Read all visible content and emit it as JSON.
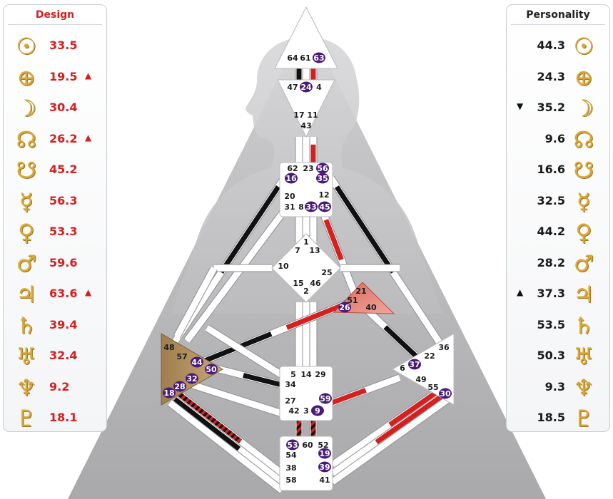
{
  "design": {
    "title": "Design",
    "rows": [
      {
        "planet": "sun-icon",
        "glyph": "☉",
        "value": "33.5",
        "arrow": ""
      },
      {
        "planet": "earth-icon",
        "glyph": "⊕",
        "value": "19.5",
        "arrow": "▲"
      },
      {
        "planet": "moon-icon",
        "glyph": "☽",
        "value": "30.4",
        "arrow": ""
      },
      {
        "planet": "north-node-icon",
        "glyph": "☊",
        "value": "26.2",
        "arrow": "▲"
      },
      {
        "planet": "south-node-icon",
        "glyph": "☋",
        "value": "45.2",
        "arrow": ""
      },
      {
        "planet": "mercury-icon",
        "glyph": "☿",
        "value": "56.3",
        "arrow": ""
      },
      {
        "planet": "venus-icon",
        "glyph": "♀",
        "value": "53.3",
        "arrow": ""
      },
      {
        "planet": "mars-icon",
        "glyph": "♂",
        "value": "59.6",
        "arrow": ""
      },
      {
        "planet": "jupiter-icon",
        "glyph": "♃",
        "value": "63.6",
        "arrow": "▲"
      },
      {
        "planet": "saturn-icon",
        "glyph": "♄",
        "value": "39.4",
        "arrow": ""
      },
      {
        "planet": "uranus-icon",
        "glyph": "♅",
        "value": "32.4",
        "arrow": ""
      },
      {
        "planet": "neptune-icon",
        "glyph": "♆",
        "value": "9.2",
        "arrow": ""
      },
      {
        "planet": "pluto-icon",
        "glyph": "♇",
        "value": "18.1",
        "arrow": ""
      }
    ]
  },
  "personality": {
    "title": "Personality",
    "rows": [
      {
        "planet": "sun-icon",
        "glyph": "☉",
        "value": "44.3",
        "arrow": ""
      },
      {
        "planet": "earth-icon",
        "glyph": "⊕",
        "value": "24.3",
        "arrow": ""
      },
      {
        "planet": "moon-icon",
        "glyph": "☽",
        "value": "35.2",
        "arrow": "▼"
      },
      {
        "planet": "north-node-icon",
        "glyph": "☊",
        "value": "9.6",
        "arrow": ""
      },
      {
        "planet": "south-node-icon",
        "glyph": "☋",
        "value": "16.6",
        "arrow": ""
      },
      {
        "planet": "mercury-icon",
        "glyph": "☿",
        "value": "32.5",
        "arrow": ""
      },
      {
        "planet": "venus-icon",
        "glyph": "♀",
        "value": "44.2",
        "arrow": ""
      },
      {
        "planet": "mars-icon",
        "glyph": "♂",
        "value": "28.2",
        "arrow": ""
      },
      {
        "planet": "jupiter-icon",
        "glyph": "♃",
        "value": "37.3",
        "arrow": "▲"
      },
      {
        "planet": "saturn-icon",
        "glyph": "♄",
        "value": "53.5",
        "arrow": ""
      },
      {
        "planet": "uranus-icon",
        "glyph": "♅",
        "value": "50.3",
        "arrow": ""
      },
      {
        "planet": "neptune-icon",
        "glyph": "♆",
        "value": "9.3",
        "arrow": ""
      },
      {
        "planet": "pluto-icon",
        "glyph": "♇",
        "value": "18.5",
        "arrow": ""
      }
    ]
  },
  "colors": {
    "design": "#d42020",
    "personality": "#111111",
    "active_gate": "#4a1a78",
    "defined_spleen": "#b08a5a",
    "defined_ego": "#e0766a",
    "undefined_center": "#ffffff",
    "planet_gold": "#d7a73c"
  },
  "centers": [
    {
      "name": "head",
      "defined": false,
      "gates": [
        "64",
        "61",
        "63"
      ]
    },
    {
      "name": "ajna",
      "defined": false,
      "gates": [
        "47",
        "24",
        "4",
        "17",
        "11",
        "43"
      ]
    },
    {
      "name": "throat",
      "defined": false,
      "gates": [
        "62",
        "23",
        "56",
        "16",
        "35",
        "20",
        "12",
        "31",
        "8",
        "33",
        "45"
      ]
    },
    {
      "name": "g-center",
      "defined": false,
      "gates": [
        "1",
        "7",
        "13",
        "10",
        "25",
        "15",
        "46",
        "2"
      ]
    },
    {
      "name": "ego",
      "defined": true,
      "gates": [
        "21",
        "51",
        "26",
        "40"
      ]
    },
    {
      "name": "spleen",
      "defined": true,
      "gates": [
        "48",
        "57",
        "44",
        "50",
        "32",
        "28",
        "18"
      ]
    },
    {
      "name": "sacral",
      "defined": false,
      "gates": [
        "5",
        "14",
        "29",
        "34",
        "27",
        "59",
        "42",
        "3",
        "9"
      ]
    },
    {
      "name": "solar-plexus",
      "defined": false,
      "gates": [
        "36",
        "22",
        "6",
        "37",
        "49",
        "55",
        "30"
      ]
    },
    {
      "name": "root",
      "defined": false,
      "gates": [
        "53",
        "60",
        "52",
        "54",
        "19",
        "38",
        "39",
        "58",
        "41"
      ]
    }
  ],
  "active_gates": [
    "63",
    "24",
    "56",
    "16",
    "35",
    "33",
    "45",
    "26",
    "44",
    "50",
    "32",
    "28",
    "18",
    "59",
    "9",
    "37",
    "30",
    "53",
    "19",
    "39"
  ]
}
